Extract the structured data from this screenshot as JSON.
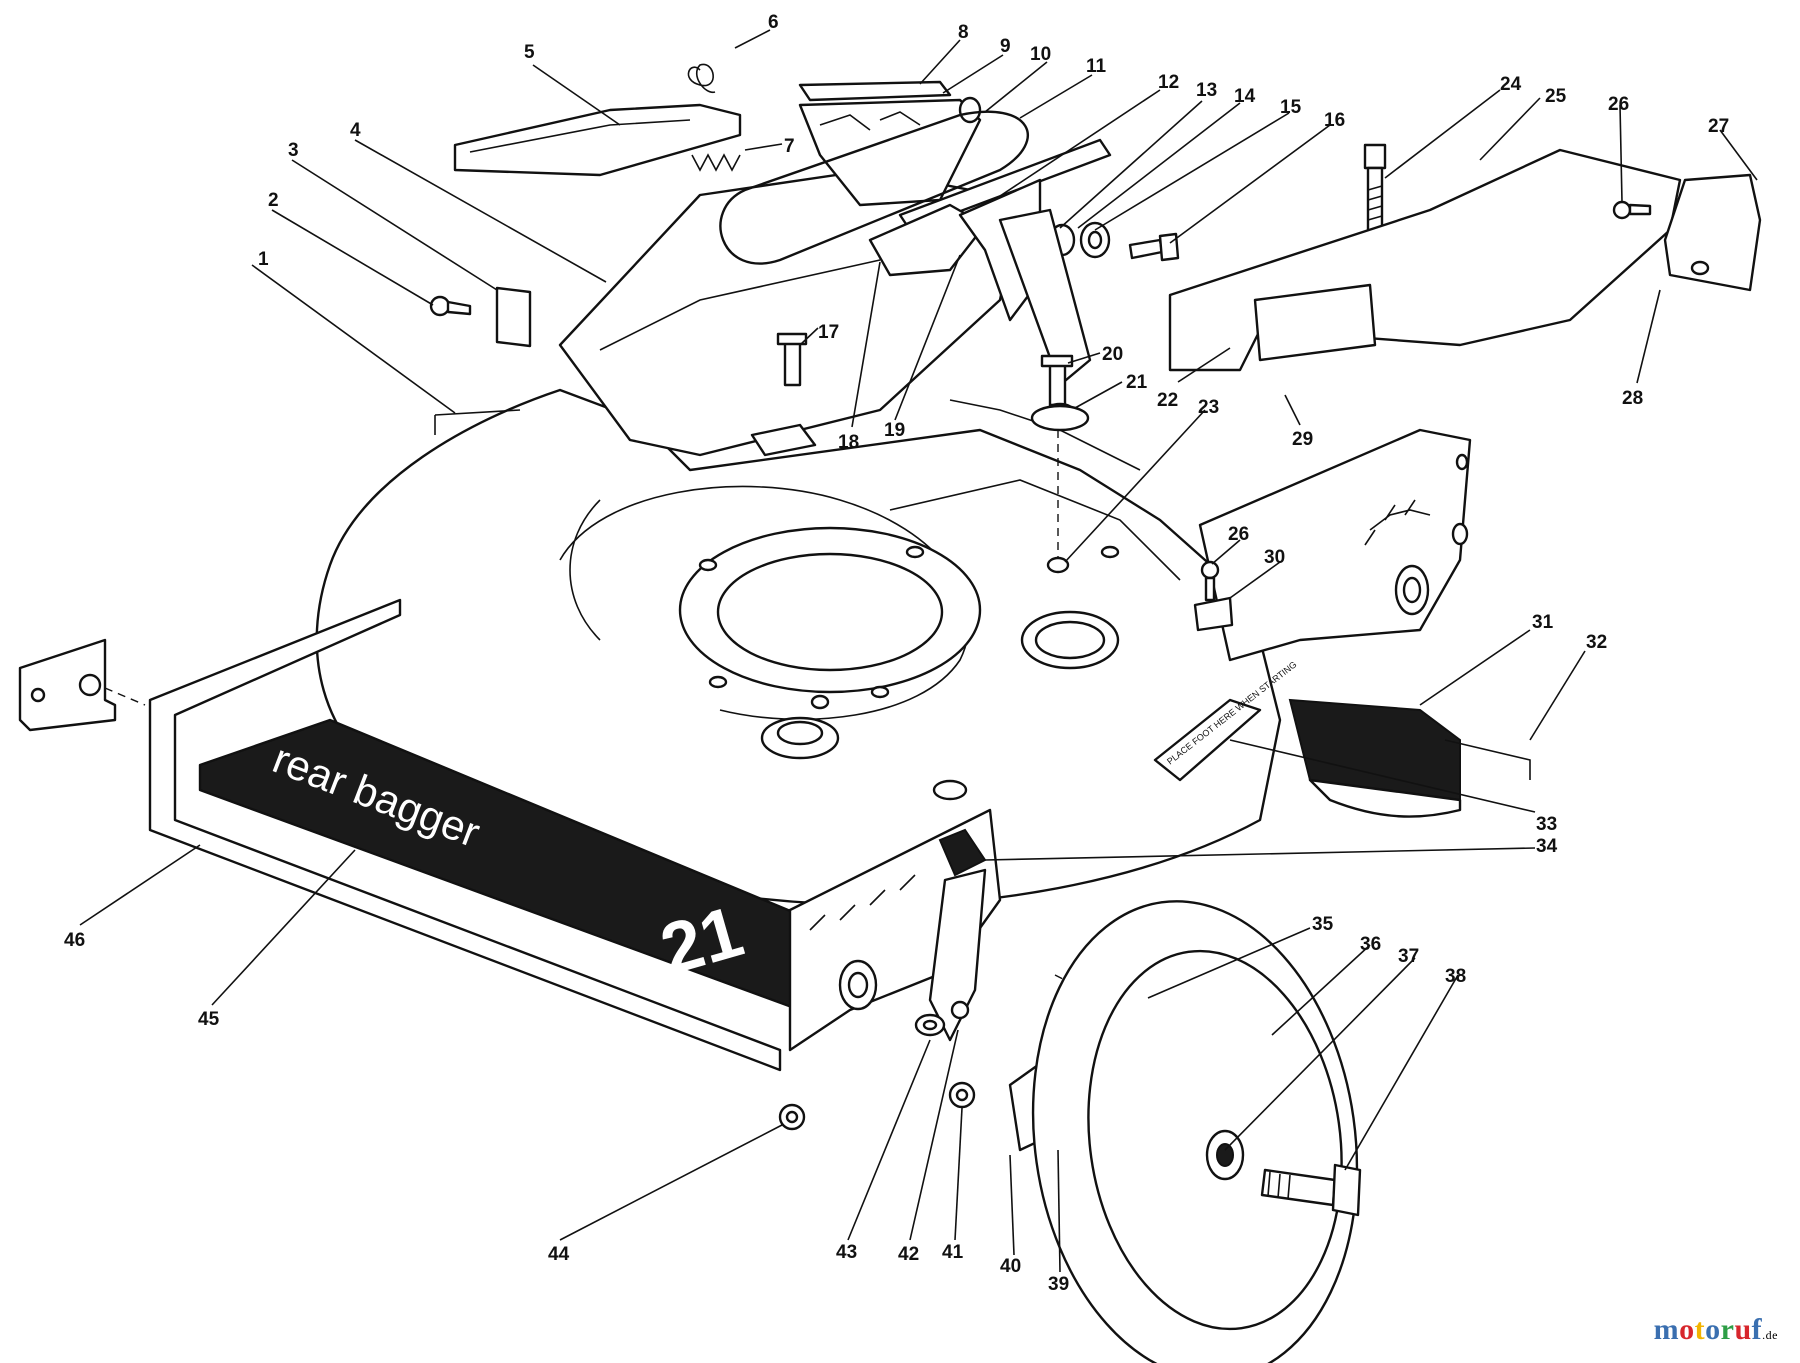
{
  "decal": {
    "text": "rear bagger",
    "model": "21"
  },
  "warning_label": {
    "text": "PLACE FOOT HERE WHEN STARTING"
  },
  "watermark": {
    "text": "motoruf",
    "suffix": ".de",
    "colors": [
      "#3a6fb0",
      "#d7262c",
      "#f2b300",
      "#3a6fb0",
      "#2e9e46",
      "#d7262c",
      "#3a6fb0"
    ]
  },
  "callouts": [
    {
      "id": "1",
      "label": "1"
    },
    {
      "id": "2",
      "label": "2"
    },
    {
      "id": "3",
      "label": "3"
    },
    {
      "id": "4",
      "label": "4"
    },
    {
      "id": "5",
      "label": "5"
    },
    {
      "id": "6",
      "label": "6"
    },
    {
      "id": "7",
      "label": "7"
    },
    {
      "id": "8",
      "label": "8"
    },
    {
      "id": "9",
      "label": "9"
    },
    {
      "id": "10",
      "label": "10"
    },
    {
      "id": "11",
      "label": "11"
    },
    {
      "id": "12",
      "label": "12"
    },
    {
      "id": "13",
      "label": "13"
    },
    {
      "id": "14",
      "label": "14"
    },
    {
      "id": "15",
      "label": "15"
    },
    {
      "id": "16",
      "label": "16"
    },
    {
      "id": "17",
      "label": "17"
    },
    {
      "id": "18",
      "label": "18"
    },
    {
      "id": "19",
      "label": "19"
    },
    {
      "id": "20",
      "label": "20"
    },
    {
      "id": "21",
      "label": "21"
    },
    {
      "id": "22",
      "label": "22"
    },
    {
      "id": "23",
      "label": "23"
    },
    {
      "id": "24",
      "label": "24"
    },
    {
      "id": "25",
      "label": "25"
    },
    {
      "id": "26a",
      "label": "26"
    },
    {
      "id": "27",
      "label": "27"
    },
    {
      "id": "28",
      "label": "28"
    },
    {
      "id": "29",
      "label": "29"
    },
    {
      "id": "26b",
      "label": "26"
    },
    {
      "id": "30",
      "label": "30"
    },
    {
      "id": "31",
      "label": "31"
    },
    {
      "id": "32",
      "label": "32"
    },
    {
      "id": "33",
      "label": "33"
    },
    {
      "id": "34",
      "label": "34"
    },
    {
      "id": "35",
      "label": "35"
    },
    {
      "id": "36",
      "label": "36"
    },
    {
      "id": "37",
      "label": "37"
    },
    {
      "id": "38",
      "label": "38"
    },
    {
      "id": "39",
      "label": "39"
    },
    {
      "id": "40",
      "label": "40"
    },
    {
      "id": "41",
      "label": "41"
    },
    {
      "id": "42",
      "label": "42"
    },
    {
      "id": "43",
      "label": "43"
    },
    {
      "id": "44",
      "label": "44"
    },
    {
      "id": "45",
      "label": "45"
    },
    {
      "id": "46",
      "label": "46"
    }
  ]
}
